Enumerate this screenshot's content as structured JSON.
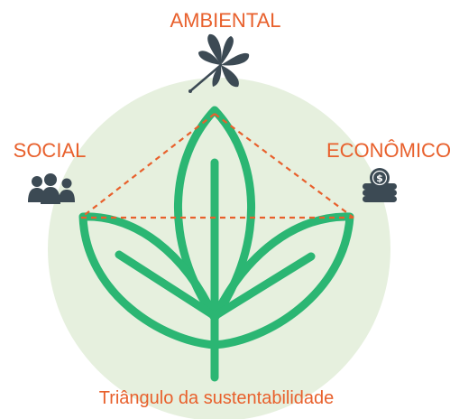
{
  "labels": {
    "top": "AMBIENTAL",
    "left": "SOCIAL",
    "right": "ECONÔMICO",
    "caption": "Triângulo da sustentabilidade"
  },
  "icons": {
    "top": "chestnut-leaf-icon",
    "left": "people-group-icon",
    "right": "coin-stack-dollar-icon"
  },
  "colors": {
    "accent": "#e8602c",
    "leaf": "#2bb673",
    "circle_bg": "#e6f0de",
    "icon": "#3c4a54"
  }
}
